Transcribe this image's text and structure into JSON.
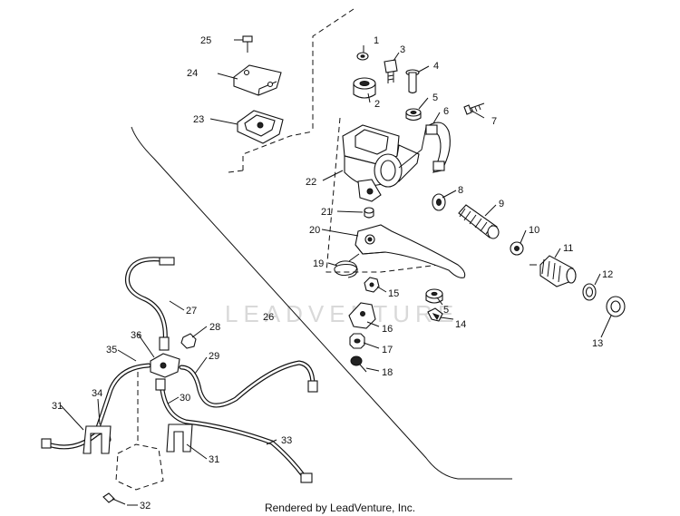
{
  "watermark": "LEADVENTURE",
  "footer": "Rendered by LeadVenture, Inc.",
  "labels": {
    "n1": "1",
    "n2": "2",
    "n3": "3",
    "n4": "4",
    "n5a": "5",
    "n5b": "5",
    "n6": "6",
    "n7": "7",
    "n8": "8",
    "n9": "9",
    "n10": "10",
    "n11": "11",
    "n12": "12",
    "n13": "13",
    "n14": "14",
    "n15": "15",
    "n16": "16",
    "n17": "17",
    "n18": "18",
    "n19": "19",
    "n20": "20",
    "n21": "21",
    "n22": "22",
    "n23": "23",
    "n24": "24",
    "n25": "25",
    "n26": "26",
    "n27": "27",
    "n28": "28",
    "n29": "29",
    "n30": "30",
    "n31a": "31",
    "n31b": "31",
    "n32": "32",
    "n33": "33",
    "n34": "34",
    "n35": "35",
    "n36": "36"
  }
}
